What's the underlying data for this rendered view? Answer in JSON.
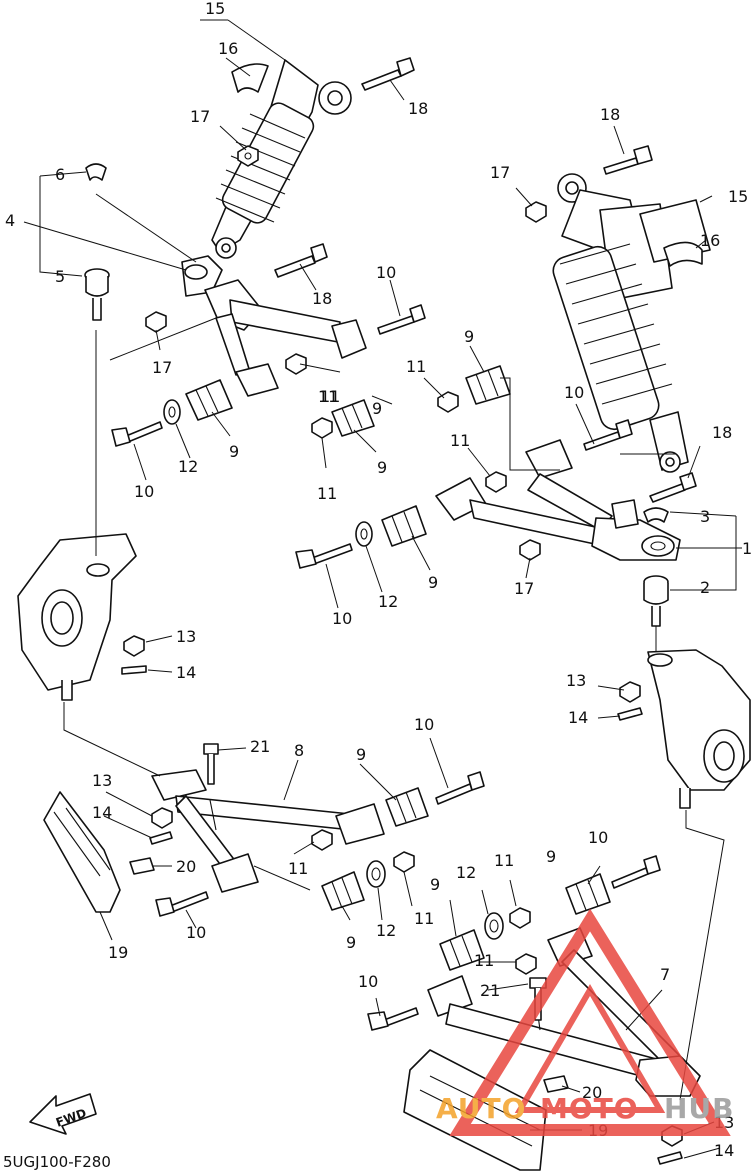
{
  "diagram": {
    "code": "5UGJ100-F280",
    "forward_label": "FWD",
    "callouts": [
      {
        "label": "15"
      },
      {
        "label": "16"
      },
      {
        "label": "17"
      },
      {
        "label": "18"
      },
      {
        "label": "6"
      },
      {
        "label": "4"
      },
      {
        "label": "5"
      },
      {
        "label": "18"
      },
      {
        "label": "17"
      },
      {
        "label": "10"
      },
      {
        "label": "11"
      },
      {
        "label": "9"
      },
      {
        "label": "11"
      },
      {
        "label": "10"
      },
      {
        "label": "12"
      },
      {
        "label": "9"
      },
      {
        "label": "11"
      },
      {
        "label": "9"
      },
      {
        "label": "18"
      },
      {
        "label": "17"
      },
      {
        "label": "15"
      },
      {
        "label": "16"
      },
      {
        "label": "9"
      },
      {
        "label": "11"
      },
      {
        "label": "10"
      },
      {
        "label": "11"
      },
      {
        "label": "18"
      },
      {
        "label": "3"
      },
      {
        "label": "1"
      },
      {
        "label": "2"
      },
      {
        "label": "17"
      },
      {
        "label": "9"
      },
      {
        "label": "12"
      },
      {
        "label": "10"
      },
      {
        "label": "13"
      },
      {
        "label": "14"
      },
      {
        "label": "13"
      },
      {
        "label": "14"
      },
      {
        "label": "21"
      },
      {
        "label": "8"
      },
      {
        "label": "9"
      },
      {
        "label": "10"
      },
      {
        "label": "13"
      },
      {
        "label": "14"
      },
      {
        "label": "20"
      },
      {
        "label": "11"
      },
      {
        "label": "19"
      },
      {
        "label": "10"
      },
      {
        "label": "9"
      },
      {
        "label": "12"
      },
      {
        "label": "11"
      },
      {
        "label": "10"
      },
      {
        "label": "9"
      },
      {
        "label": "11"
      },
      {
        "label": "12"
      },
      {
        "label": "9"
      },
      {
        "label": "11"
      },
      {
        "label": "10"
      },
      {
        "label": "21"
      },
      {
        "label": "7"
      },
      {
        "label": "20"
      },
      {
        "label": "19"
      },
      {
        "label": "13"
      },
      {
        "label": "14"
      }
    ]
  },
  "watermark": {
    "text": "AUTOMOTOHUB",
    "color_red": "#e8473f",
    "color_orange": "#f4a229",
    "color_gray": "#9a9a9a"
  }
}
